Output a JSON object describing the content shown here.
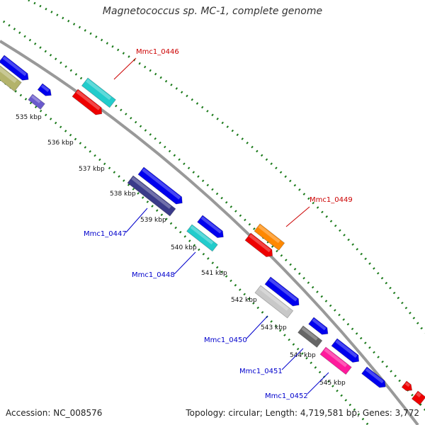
{
  "title": "Magnetococcus sp. MC-1, complete genome",
  "footer": {
    "accession": "Accession: NC_008576",
    "summary": "Topology: circular; Length: 4,719,581 bp; Genes: 3,772"
  },
  "ticks": [
    {
      "label": "535 kbp"
    },
    {
      "label": "536 kbp"
    },
    {
      "label": "537 kbp"
    },
    {
      "label": "538 kbp"
    },
    {
      "label": "539 kbp"
    },
    {
      "label": "540 kbp"
    },
    {
      "label": "541 kbp"
    },
    {
      "label": "542 kbp"
    },
    {
      "label": "543 kbp"
    },
    {
      "label": "544 kbp"
    },
    {
      "label": "545 kbp"
    }
  ],
  "gene_labels": [
    {
      "text": "Mmc1_0446",
      "color": "#cc0000"
    },
    {
      "text": "Mmc1_0449",
      "color": "#cc0000"
    },
    {
      "text": "Mmc1_0447",
      "color": "#0000cc"
    },
    {
      "text": "Mmc1_0448",
      "color": "#0000cc"
    },
    {
      "text": "Mmc1_0450",
      "color": "#0000cc"
    },
    {
      "text": "Mmc1_0451",
      "color": "#0000cc"
    },
    {
      "text": "Mmc1_0452",
      "color": "#0000cc"
    }
  ],
  "colors": {
    "backbone": "#888888",
    "dots": "#1a7a1a",
    "blue": "#0000ee",
    "cyan": "#22cccc",
    "red": "#ee0000",
    "orange": "#ff8800",
    "olive": "#b3b36b",
    "slate": "#6a5acd",
    "navy": "#3a3a8a",
    "gray": "#c8c8c8",
    "darkgray": "#666666",
    "magenta": "#ff1a9c"
  }
}
